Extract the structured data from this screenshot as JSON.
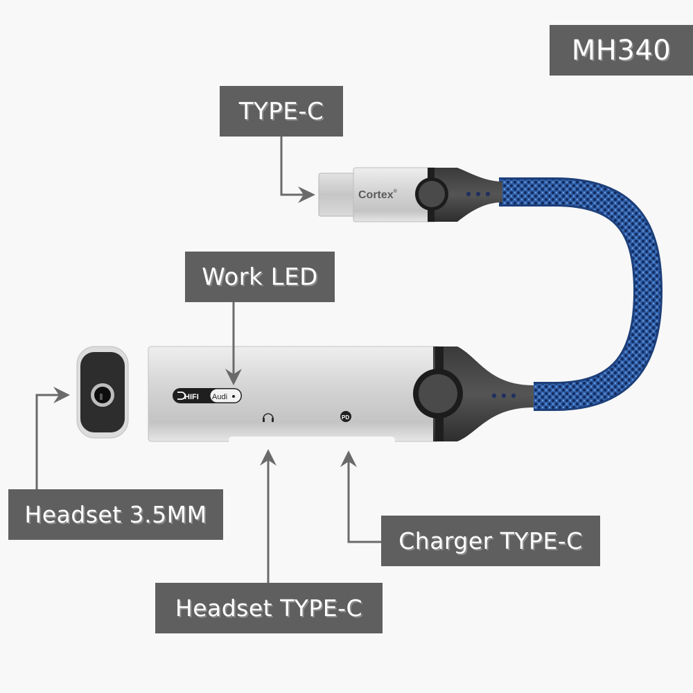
{
  "model_badge": {
    "text": "MH340"
  },
  "labels": {
    "type_c": "TYPE-C",
    "work_led": "Work LED",
    "headset_35mm": "Headset 3.5MM",
    "headset_typec": "Headset TYPE-C",
    "charger_typec": "Charger TYPE-C"
  },
  "product": {
    "brand": "Cortex",
    "brand_mark": "®",
    "hifi_badge": {
      "left": "HIFI",
      "right": "Audi"
    },
    "port_icons": [
      "headphones-icon",
      "pd-icon"
    ],
    "pd_text": "PD"
  },
  "colors": {
    "background": "#f7f8f7",
    "label_bg": "#5f5f5f",
    "label_text": "#ffffff",
    "arrow": "#6a6a6a",
    "cable_blue": "#2f5fa8",
    "aluminum": "#d6d6d6",
    "black_ring": "#2a2a2a"
  }
}
